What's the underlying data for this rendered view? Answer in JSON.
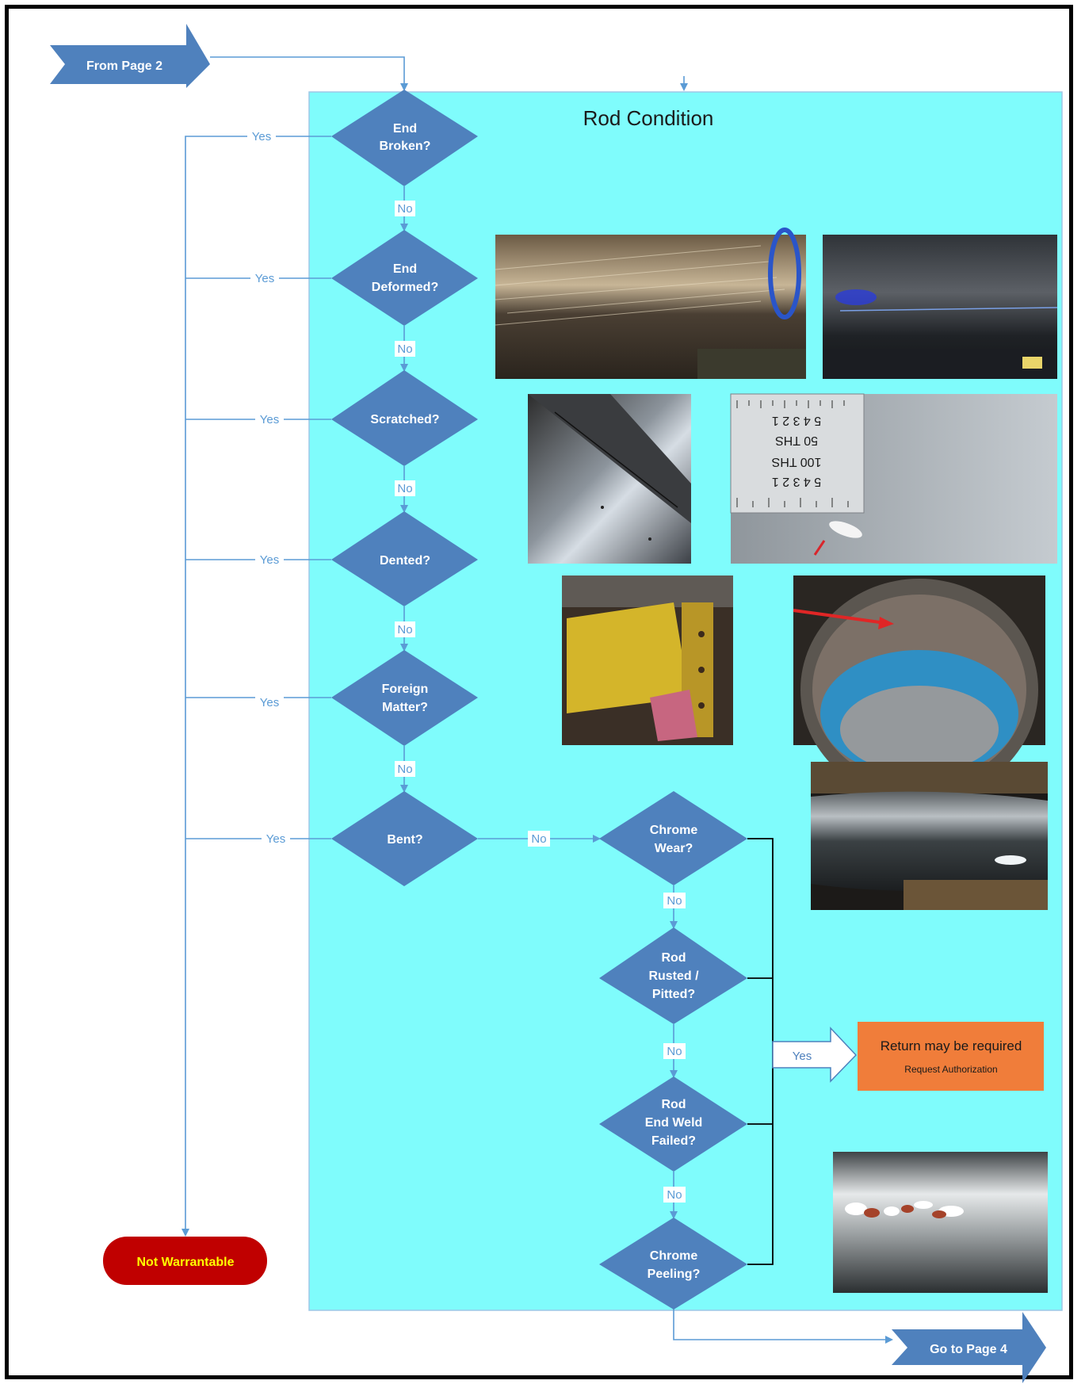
{
  "title": "Rod Condition",
  "from_page": "From Page 2",
  "go_to_page": "Go to Page 4",
  "terminal_no": "Not Warrantable",
  "yes_label": "Yes",
  "no_label": "No",
  "decisions": {
    "end_broken": [
      "End",
      "Broken?"
    ],
    "end_deformed": [
      "End",
      "Deformed?"
    ],
    "scratched": [
      "Scratched?"
    ],
    "dented": [
      "Dented?"
    ],
    "foreign_matter": [
      "Foreign",
      "Matter?"
    ],
    "bent": [
      "Bent?"
    ],
    "chrome_wear": [
      "Chrome",
      "Wear?"
    ],
    "rod_rusted": [
      "Rod",
      "Rusted /",
      "Pitted?"
    ],
    "weld_failed": [
      "Rod",
      "End Weld",
      "Failed?"
    ],
    "chrome_peeling": [
      "Chrome",
      "Peeling?"
    ]
  },
  "return_box": {
    "line1": "Return may be required",
    "line2": "Request Authorization"
  },
  "ruler_labels": {
    "top_numbers": "5 4 3 2 1",
    "ths50": "50 THS",
    "ths100": "100 THS",
    "bottom_numbers": "5 4 3 2 1"
  },
  "colors": {
    "diamond": "#4f81bd",
    "region": "#7ffcfc",
    "connector": "#5b9bd5",
    "terminal": "#c00000",
    "terminal_text": "#ffff00",
    "return_box": "#f07d3a",
    "arrow_fill": "#4f81bd"
  }
}
